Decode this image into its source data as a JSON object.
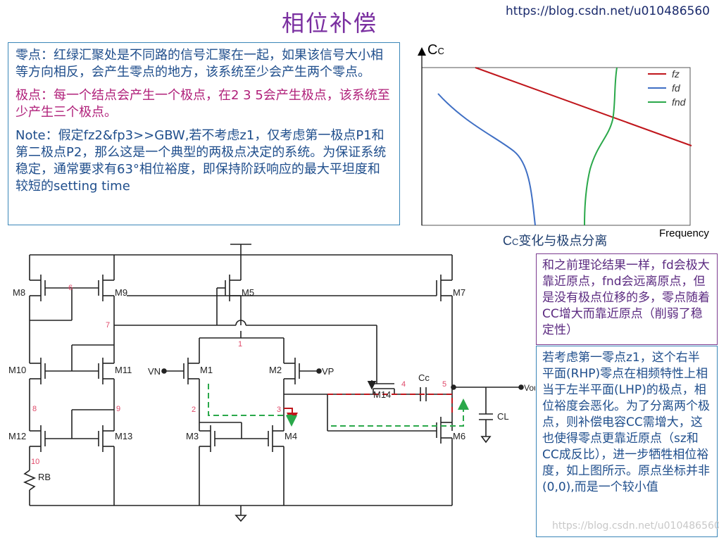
{
  "header": {
    "title": "相位补偿",
    "url": "https://blog.csdn.net/u010486560"
  },
  "left_panel": {
    "zero_text": "零点：红绿汇聚处是不同路的信号汇聚在一起，如果该信号大小相等方向相反，会产生零点的地方，该系统至少会产生两个零点。",
    "pole_text": "极点：每一个结点会产生一个极点，在2 3 5会产生极点，该系统至少产生三个极点。",
    "note_text": "Note：假定fz2&fp3>>GBW,若不考虑z1，仅考虑第一极点P1和第二极点P2，那么这是一个典型的两极点决定的系统。为保证系统稳定，通常要求有63°相位裕度，即保持阶跃响应的最大平坦度和较短的setting time"
  },
  "chart": {
    "y_label": "C",
    "y_label_sub": "C",
    "x_label": "Frequency",
    "caption_prefix": "C",
    "caption_sub": "C",
    "caption_rest": "变化与极点分离",
    "legend": [
      {
        "name": "fz",
        "color": "#c0161c"
      },
      {
        "name": "fd",
        "color": "#3f6fc4"
      },
      {
        "name": "fnd",
        "color": "#2aa84a"
      }
    ]
  },
  "right_panel": {
    "text1": "和之前理论结果一样，fd会极大靠近原点，fnd会远离原点，但是没有极点位移的多，零点随着CC增大而靠近原点（削弱了稳定性）",
    "text2": "若考虑第一零点z1，这个右半平面(RHP)零点在相频特性上相当于左半平面(LHP)的极点，相位裕度会恶化。为了分离两个极点，则补偿电容CC需增大，这也使得零点更靠近原点（sz和CC成反比），进一步牺牲相位裕度，如上图所示。原点坐标并非(0,0),而是一个较小值"
  },
  "circuit": {
    "transistors": [
      "M8",
      "M9",
      "M5",
      "M7",
      "M10",
      "M11",
      "M1",
      "M2",
      "M14",
      "M12",
      "M13",
      "M3",
      "M4",
      "M6"
    ],
    "node_labels": [
      "6",
      "7",
      "1",
      "2",
      "3",
      "4",
      "5",
      "8",
      "9",
      "10"
    ],
    "components": {
      "rb": "RB",
      "cc": "Cc",
      "cl": "CL",
      "vn": "VN",
      "vp": "VP",
      "vout": "Vout"
    }
  },
  "watermark": "https://blog.csdn.net/u010486560"
}
